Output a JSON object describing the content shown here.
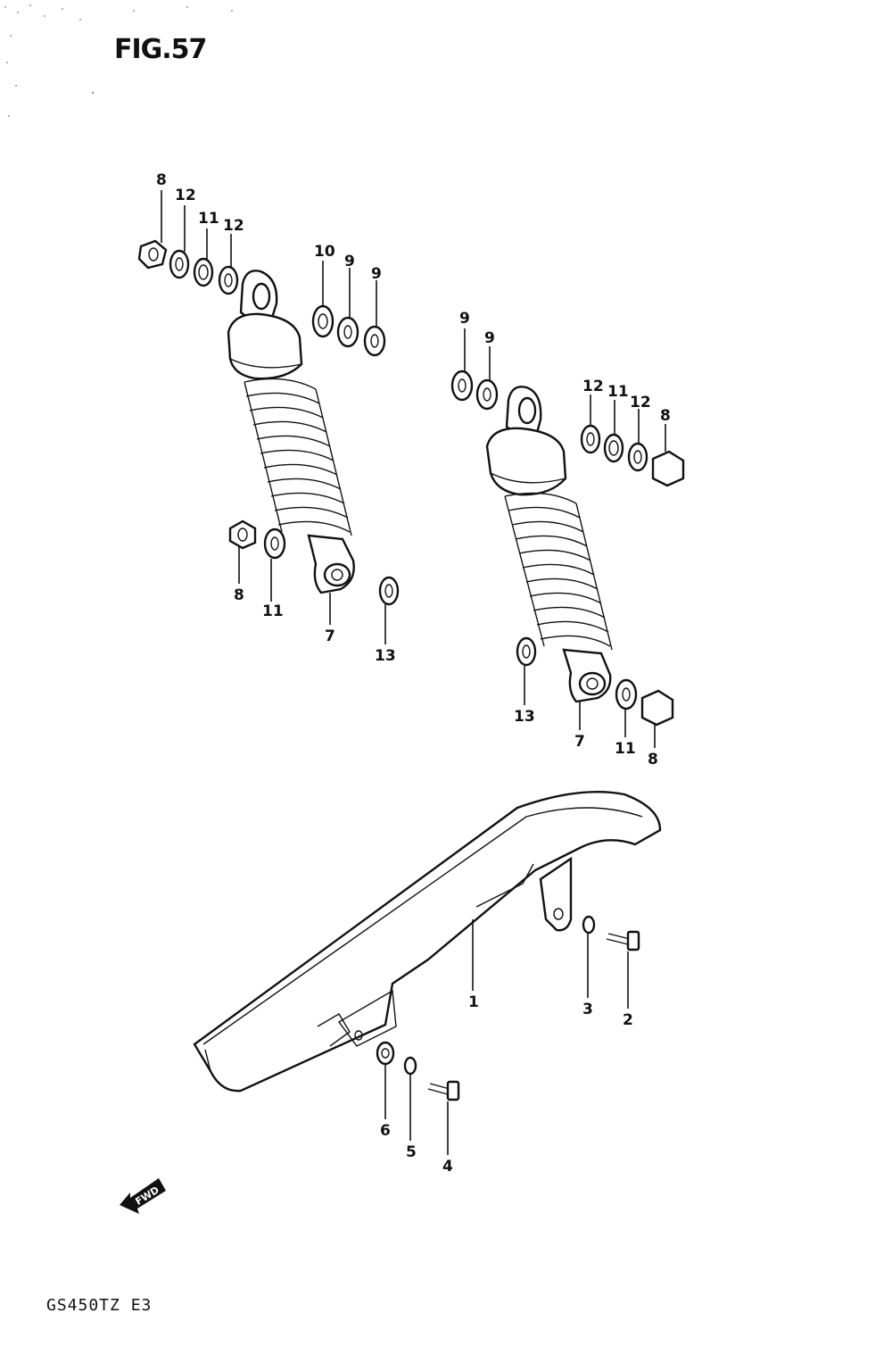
{
  "figure_title": "FIG.57",
  "model_code": "GS450TZ E3",
  "fwd_label": "FWD",
  "callouts": {
    "c1": "1",
    "c2": "2",
    "c3": "3",
    "c4": "4",
    "c5": "5",
    "c6": "6",
    "c7a": "7",
    "c7b": "7",
    "c8a": "8",
    "c8b": "8",
    "c8c": "8",
    "c8d": "8",
    "c9a": "9",
    "c9b": "9",
    "c9c": "9",
    "c9d": "9",
    "c10": "10",
    "c11a": "11",
    "c11b": "11",
    "c11c": "11",
    "c11d": "11",
    "c12a": "12",
    "c12b": "12",
    "c12c": "12",
    "c12d": "12",
    "c13a": "13",
    "c13b": "13"
  }
}
